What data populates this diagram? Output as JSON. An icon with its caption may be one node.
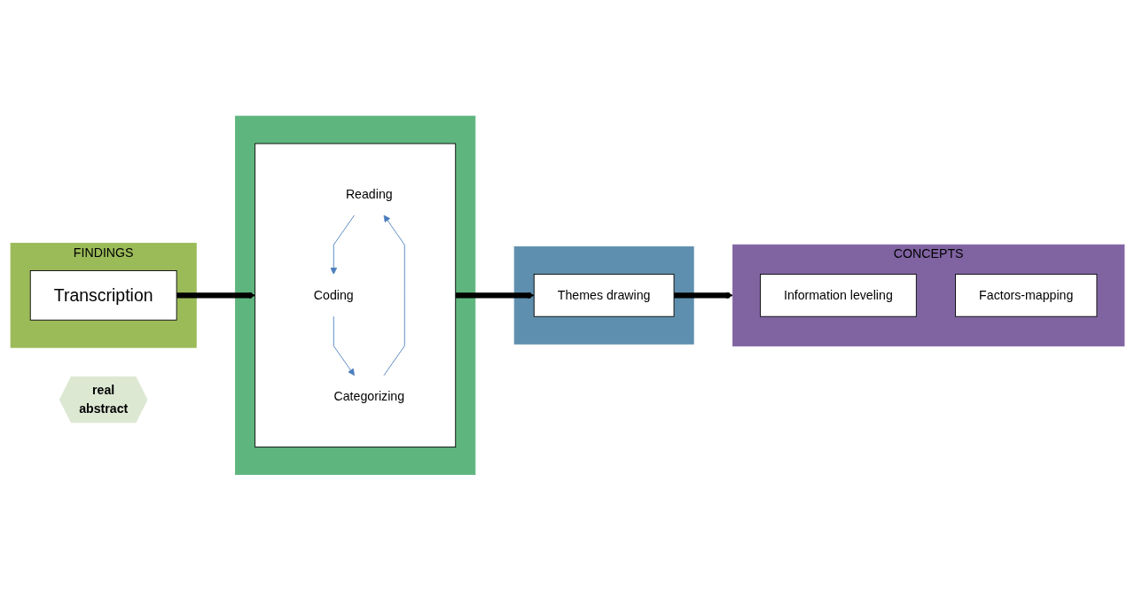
{
  "diagram": {
    "nodes": [
      {
        "text": [
          "FINDINGS"
        ]
      },
      {
        "text": [
          "Transcription"
        ],
        "in": 0
      },
      {
        "text": [],
        "shape": "box"
      },
      {
        "text": [],
        "shape": "box",
        "in": 2
      },
      {
        "text": [
          "Reading"
        ],
        "in": 3
      },
      {
        "text": [
          "Coding"
        ],
        "in": 3
      },
      {
        "text": [
          "Categorizing"
        ],
        "in": 3
      },
      {
        "text": [],
        "shape": "box"
      },
      {
        "text": [
          "Themes drawing"
        ],
        "in": 7
      },
      {
        "text": [
          "CONCEPTS"
        ]
      },
      {
        "text": [
          "Information leveling"
        ],
        "in": 9
      },
      {
        "text": [
          "Factors-mapping"
        ],
        "in": 9
      },
      {
        "text": [
          "real",
          "abstract"
        ]
      }
    ],
    "edges": [
      {
        "from": 1,
        "to": 3,
        "arrow": "to",
        "style": "thick",
        "color": "#000000"
      },
      {
        "from": 3,
        "to": 8,
        "arrow": "to",
        "style": "thick",
        "color": "#000000"
      },
      {
        "from": 8,
        "to": 9,
        "arrow": "to",
        "style": "thick",
        "color": "#000000"
      },
      {
        "from": 4,
        "to": 5,
        "arrow": "to",
        "color": "#4a7ebb"
      },
      {
        "from": 5,
        "to": 6,
        "arrow": "to",
        "color": "#4a7ebb"
      },
      {
        "from": 6,
        "to": 4,
        "arrow": "to",
        "color": "#4a7ebb"
      }
    ]
  }
}
